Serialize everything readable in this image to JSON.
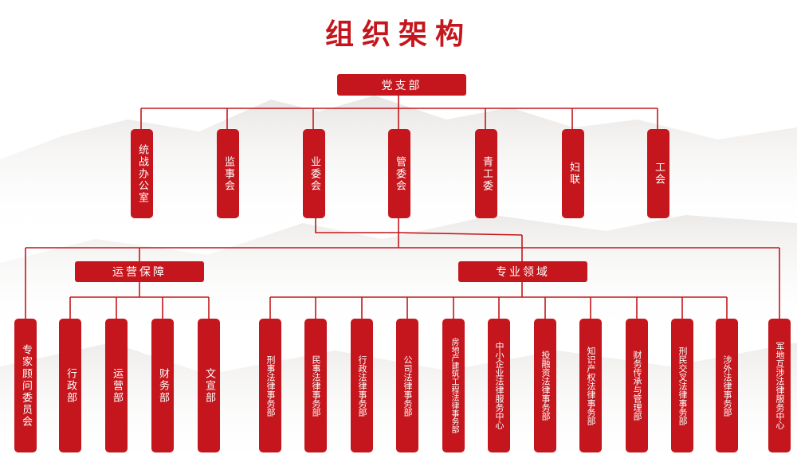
{
  "title": "组织架构",
  "colors": {
    "accent": "#c4161c",
    "background": "#ffffff",
    "mountains": "#d9d6d2"
  },
  "top": "党支部",
  "level2": [
    "统战办公室",
    "监事会",
    "业委会",
    "管委会",
    "青工委",
    "妇联",
    "工会"
  ],
  "groups": {
    "operations": "运营保障",
    "professional": "专业领域"
  },
  "left_dept": "专家顾问委员会",
  "operations_depts": [
    "行政部",
    "运营部",
    "财务部",
    "文宣部"
  ],
  "professional_depts": [
    "刑事法律事务部",
    "民事法律事务部",
    "行政法律事务部",
    "公司法律事务部",
    "房地产建筑工程法律事务部",
    "中小企业法律服务中心",
    "投融资法律事务部",
    "知识产权法律事务部",
    "财务传承与管理部",
    "刑民交叉法律事务部",
    "涉外法律事务部"
  ],
  "right_dept": "军地互涉法律服务中心"
}
